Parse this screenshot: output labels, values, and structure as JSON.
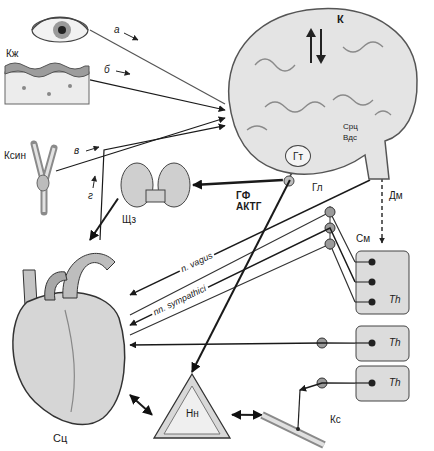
{
  "diagram": {
    "nodes": [
      {
        "text": [
          "К"
        ]
      },
      {
        "text": [
          "Гт"
        ],
        "in": 0
      },
      {
        "text": [
          "Кж"
        ]
      },
      {
        "text": [
          "Ксин"
        ]
      },
      {
        "text": [
          "Щз"
        ]
      },
      {
        "text": [
          "Сц"
        ]
      },
      {
        "text": [
          "Нн"
        ]
      },
      {
        "text": [
          "Кс"
        ]
      },
      {
        "text": [
          "Th"
        ]
      },
      {
        "text": [
          "Th"
        ]
      },
      {
        "text": [
          "Th"
        ]
      }
    ],
    "edges": [
      {
        "from": 2,
        "to": 0,
        "arrow": "to"
      },
      {
        "from": 3,
        "to": 0,
        "arrow": "to"
      },
      {
        "from": 5,
        "to": 0,
        "arrow": "to"
      },
      {
        "from": 0,
        "to": 4,
        "arrow": "to"
      },
      {
        "from": 0,
        "to": 6,
        "arrow": "to"
      },
      {
        "from": 4,
        "to": 5,
        "arrow": "to"
      },
      {
        "from": 0,
        "to": 5,
        "arrow": "to",
        "label": "n. vagus"
      },
      {
        "from": 8,
        "to": 5,
        "arrow": "to",
        "label": "nn. sympathici"
      },
      {
        "from": 9,
        "to": 5,
        "arrow": "to"
      },
      {
        "from": 10,
        "to": 7,
        "arrow": "to"
      },
      {
        "from": 6,
        "to": 5,
        "arrow": "both"
      },
      {
        "from": 6,
        "to": 7,
        "arrow": "both"
      }
    ],
    "labels": [
      "а",
      "б",
      "в",
      "г",
      "ГФ АКТГ",
      "Срц",
      "Вдс",
      "Дм",
      "Гл",
      "См"
    ]
  }
}
